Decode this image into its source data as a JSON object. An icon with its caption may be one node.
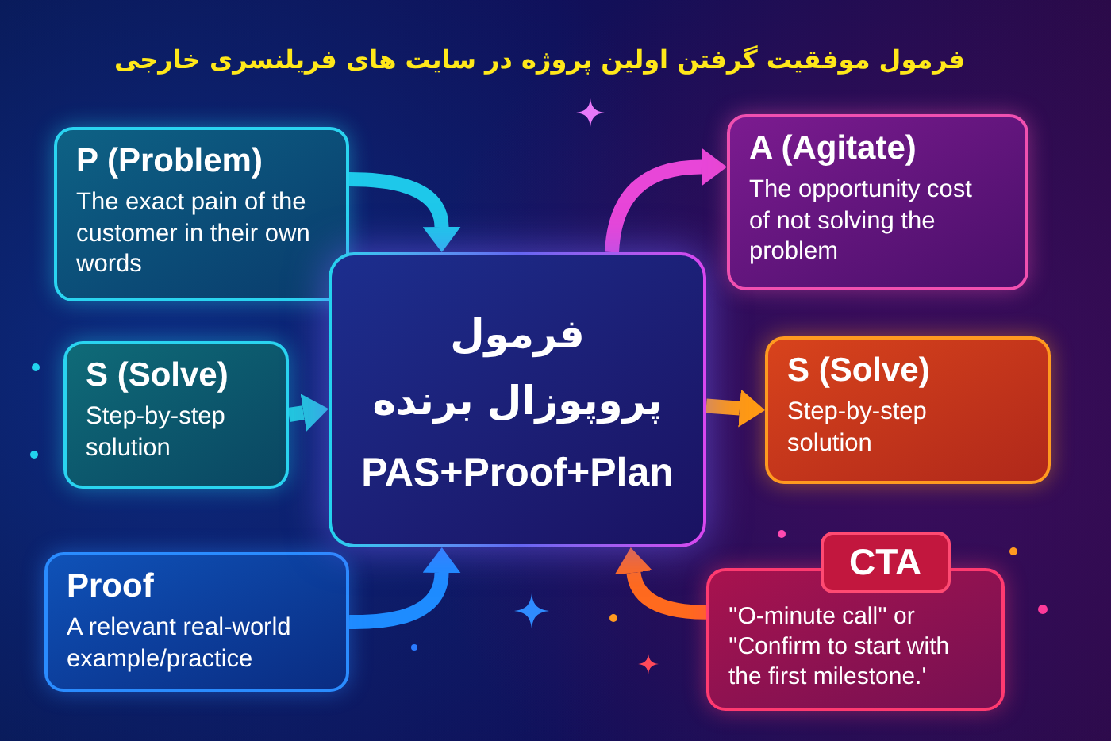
{
  "diagram": {
    "title": "فرمول موفقیت گرفتن اولین پروژه در سایت های فریلنسری خارجی",
    "nodes": [
      {
        "text": [
          "P (Problem)",
          "The exact pain of the customer in their own words"
        ]
      },
      {
        "text": [
          "S (Solve)",
          "Step-by-step solution"
        ]
      },
      {
        "text": [
          "Proof",
          "A relevant real-world example/practice"
        ]
      },
      {
        "text": [
          "فرمول پروپوزال برنده",
          "PAS+Proof+Plan"
        ]
      },
      {
        "text": [
          "A (Agitate)",
          "The opportunity cost of not solving the problem"
        ]
      },
      {
        "text": [
          "S (Solve)",
          "Step-by-step solution"
        ]
      },
      {
        "text": [
          "CTA",
          "''O-minute call'' or ''Confirm to start with the first milestone.'"
        ]
      }
    ],
    "edges": [
      {
        "from": 0,
        "to": 3,
        "arrow": "to",
        "color": "#1ec8ea"
      },
      {
        "from": 1,
        "to": 3,
        "arrow": "to",
        "color": "#22c4dc"
      },
      {
        "from": 2,
        "to": 3,
        "arrow": "to",
        "color": "#1e8cff"
      },
      {
        "from": 3,
        "to": 4,
        "arrow": "to",
        "color": "#e846d8"
      },
      {
        "from": 3,
        "to": 5,
        "arrow": "to",
        "color": "#ff9a14"
      },
      {
        "from": 6,
        "to": 3,
        "arrow": "to",
        "color": "#ff6a1e"
      }
    ]
  }
}
